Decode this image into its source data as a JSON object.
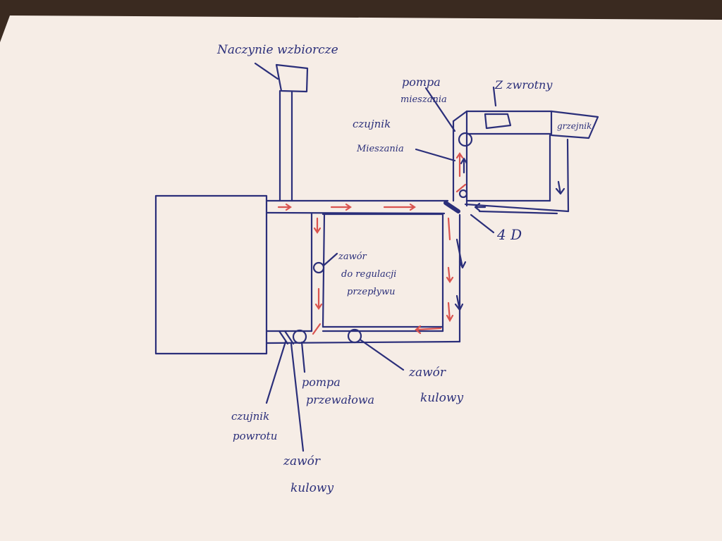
{
  "colors": {
    "ink": "#2b2f7a",
    "flow": "#d9534f",
    "paper": "#f6ede6",
    "table": "#3a2a20"
  },
  "labels": {
    "naczynie": "Naczynie wzbiorcze",
    "pompa_mieszania_1": "pompa",
    "pompa_mieszania_2": "mieszania",
    "czujnik_mieszania_1": "czujnik",
    "czujnik_mieszania_2": "Mieszania",
    "z_zwrotny": "Z zwrotny",
    "grzejnik": "grzejnik",
    "czterodrog": "4 D",
    "zawor_reg_1": "zawór",
    "zawor_reg_2": "do regulacji",
    "zawor_reg_3": "przepływu",
    "pompa_przew_1": "pompa",
    "pompa_przew_2": "przewałowa",
    "zawor_kul_1_1": "zawór",
    "zawor_kul_1_2": "kulowy",
    "czujnik_powr_1": "czujnik",
    "czujnik_powr_2": "powrotu",
    "zawor_kul_2_1": "zawór",
    "zawor_kul_2_2": "kulowy"
  }
}
